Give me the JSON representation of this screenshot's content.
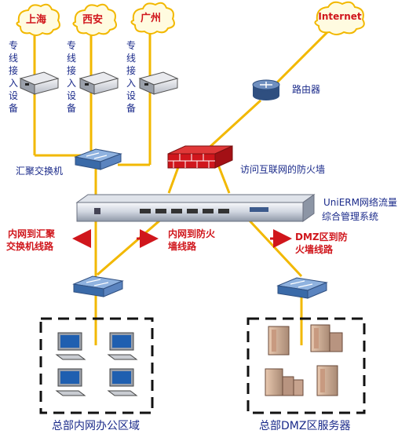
{
  "clouds": {
    "shanghai": "上海",
    "xian": "西安",
    "guangzhou": "广州",
    "internet": "Internet"
  },
  "labels": {
    "access_device": "专线接入设备",
    "router": "路由器",
    "aggregation_switch": "汇聚交换机",
    "firewall": "访问互联网的防火墙",
    "uni_erm_line1": "UniERM网络流量",
    "uni_erm_line2": "综合管理系统",
    "link_inner_to_agg_line1": "内网到汇聚",
    "link_inner_to_agg_line2": "交换机线路",
    "link_inner_to_fw_line1": "内网到防火",
    "link_inner_to_fw_line2": "墙线路",
    "link_dmz_to_fw_line1": "DMZ区到防",
    "link_dmz_to_fw_line2": "火墙线路",
    "office_area": "总部内网办公区域",
    "dmz_servers": "总部DMZ区服务器"
  },
  "colors": {
    "link": "#f2b800",
    "cloud_fill": "#fffbe0",
    "cloud_border": "#f2b800",
    "label_blue": "#1a2a8a",
    "label_red": "#d0161c",
    "firewall": "#d0161c",
    "switch": "#3c5a8c"
  }
}
